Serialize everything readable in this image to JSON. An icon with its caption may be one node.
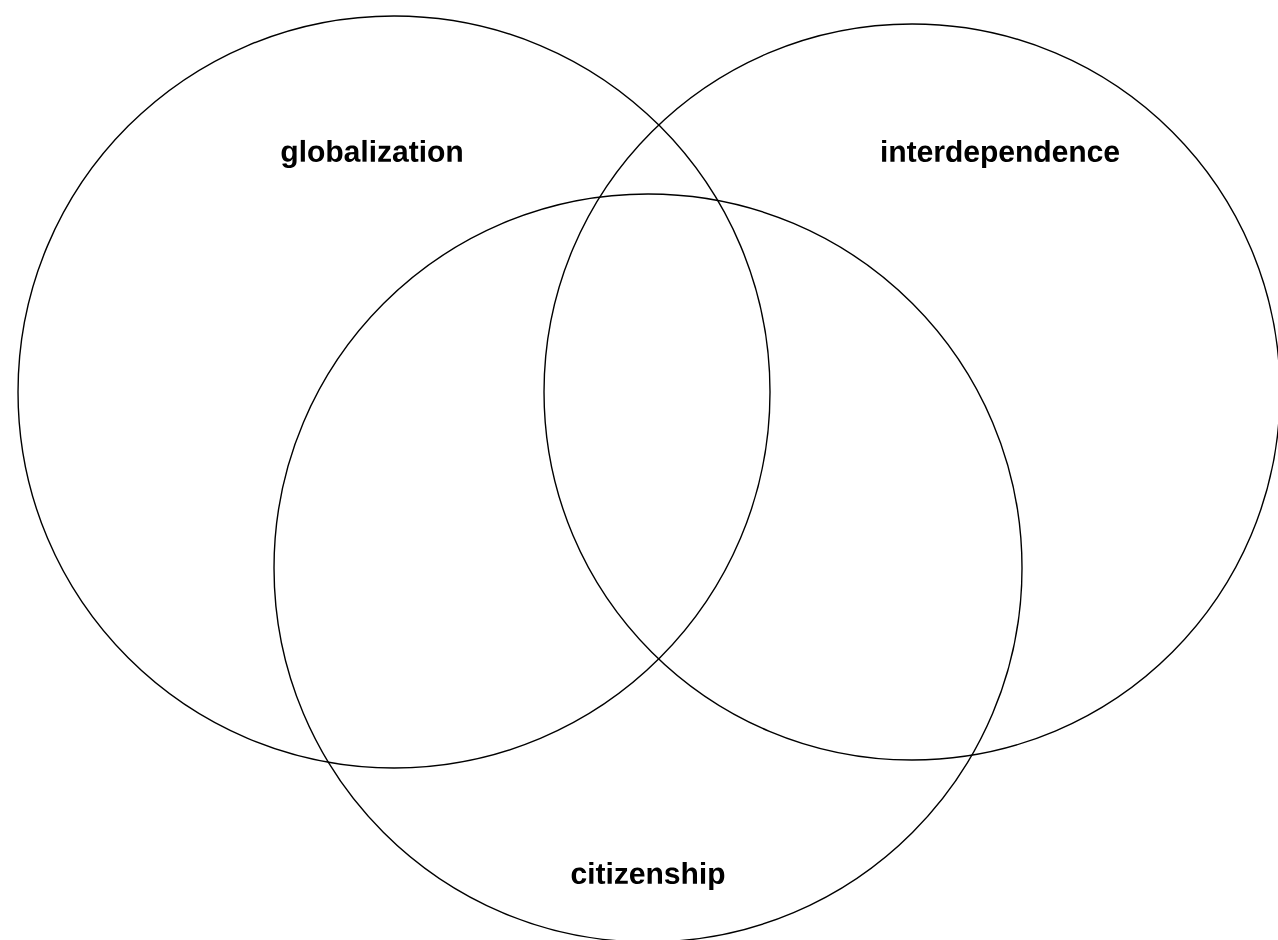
{
  "diagram": {
    "nodes": [
      {
        "text": [
          "globalization"
        ]
      },
      {
        "text": [
          "interdependence"
        ]
      },
      {
        "text": [
          "citizenship"
        ]
      }
    ]
  }
}
